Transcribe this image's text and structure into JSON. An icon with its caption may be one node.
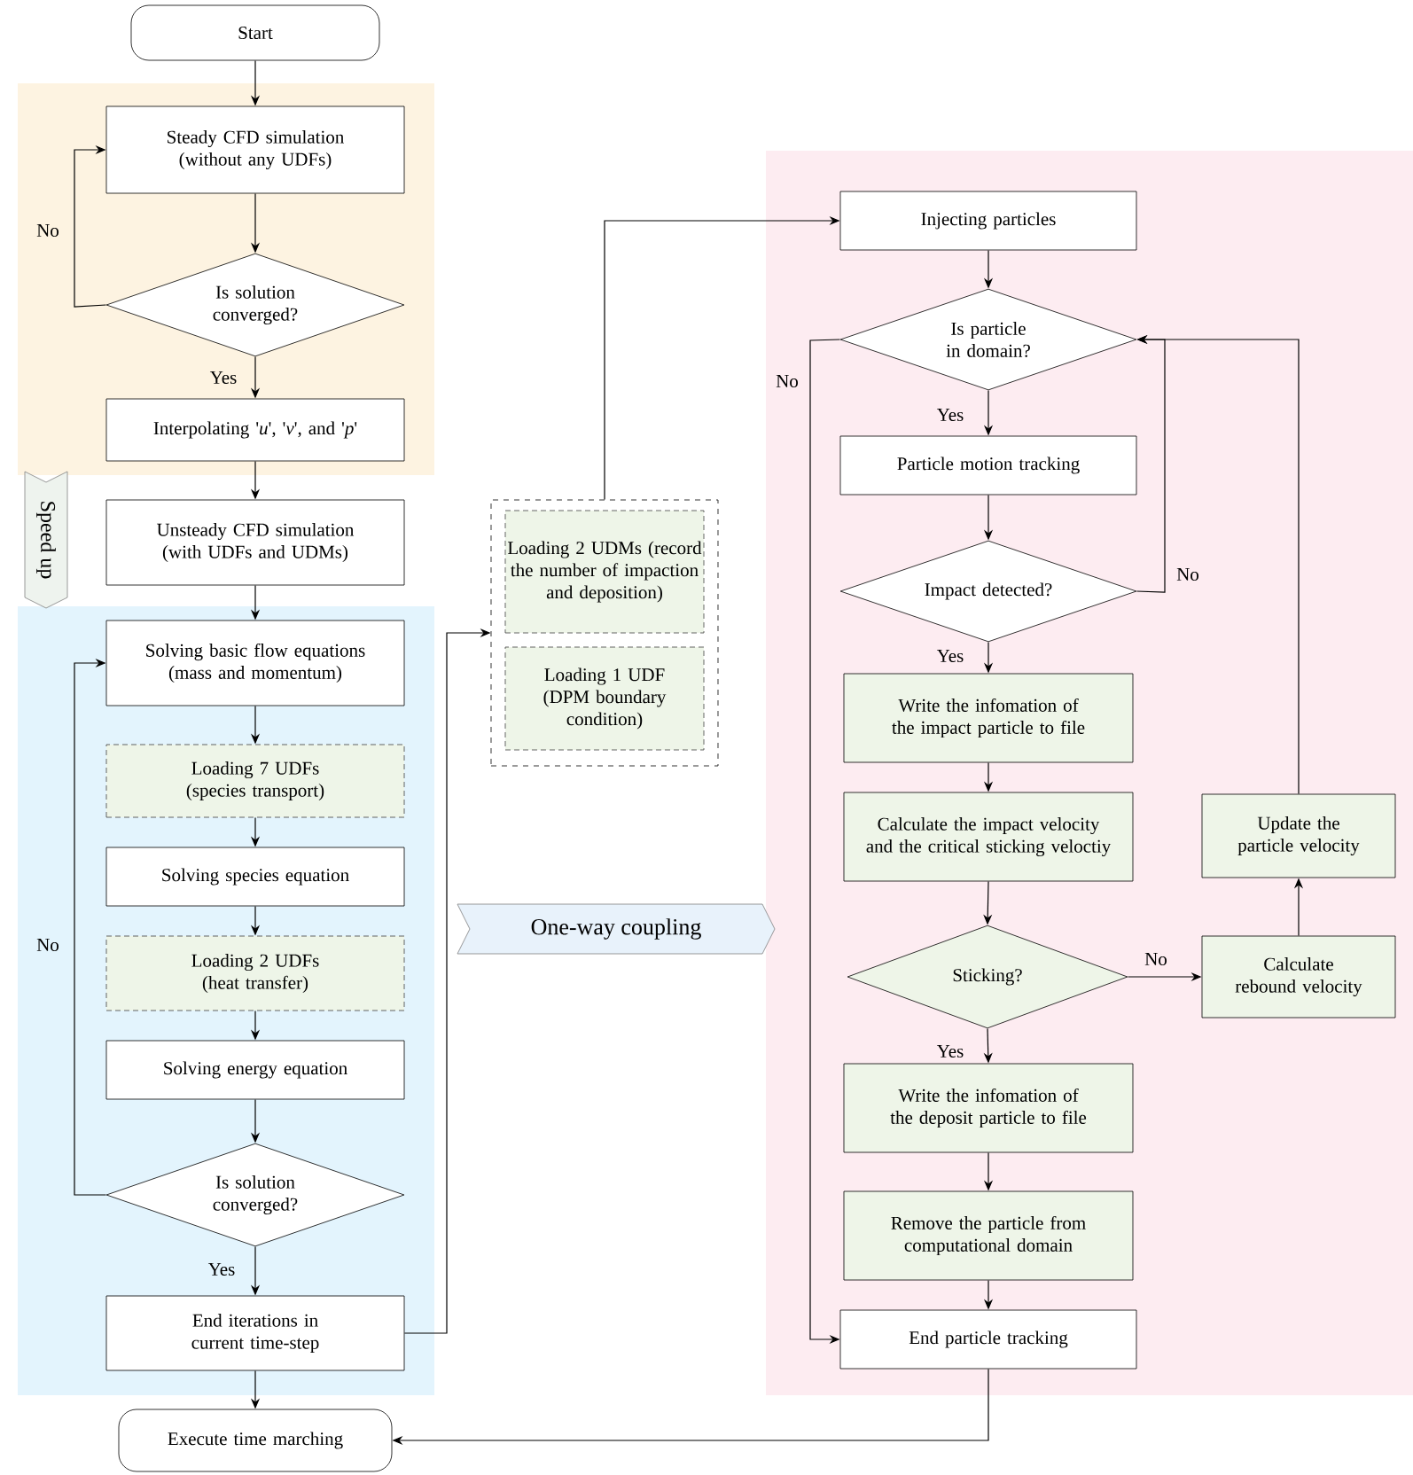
{
  "diagram": {
    "nodes": [
      {
        "text": [
          "Start"
        ]
      },
      {
        "text": [],
        "shape": "box"
      },
      {
        "text": [
          "Steady CFD simulation (without any UDFs)"
        ],
        "in": 1
      },
      {
        "text": [
          "Is solution converged?"
        ],
        "in": 1
      },
      {
        "text": [
          "Interpolating '*u*', '*v*', and '*p*'"
        ],
        "in": 1
      },
      {
        "text": [
          "Speed up"
        ]
      },
      {
        "text": [
          "Unsteady CFD simulation (with UDFs and UDMs)"
        ]
      },
      {
        "text": [],
        "shape": "box"
      },
      {
        "text": [
          "Solving basic flow equations (mass and momentum)"
        ],
        "in": 7
      },
      {
        "text": [
          "Loading 7 UDFs (species transport)"
        ],
        "in": 7
      },
      {
        "text": [
          "Solving species equation"
        ],
        "in": 7
      },
      {
        "text": [
          "Loading 2 UDFs (heat transfer)"
        ],
        "in": 7
      },
      {
        "text": [
          "Solving energy equation"
        ],
        "in": 7
      },
      {
        "text": [
          "Is solution converged?"
        ],
        "in": 7
      },
      {
        "text": [
          "End iterations in current time-step"
        ],
        "in": 7
      },
      {
        "text": [
          "Execute time marching"
        ]
      },
      {
        "text": [],
        "shape": "box"
      },
      {
        "text": [
          "Loading 2 UDMs (record the number of impaction and deposition)"
        ],
        "in": 16
      },
      {
        "text": [
          "Loading 1 UDF (DPM boundary condition)"
        ],
        "in": 16
      },
      {
        "text": [
          "One-way coupling"
        ]
      },
      {
        "text": [],
        "shape": "box"
      },
      {
        "text": [
          "Injecting particles"
        ],
        "in": 20
      },
      {
        "text": [
          "Is particle in domain?"
        ],
        "in": 20
      },
      {
        "text": [
          "Particle motion tracking"
        ],
        "in": 20
      },
      {
        "text": [
          "Impact detected?"
        ],
        "in": 20
      },
      {
        "text": [
          "Write the infomation of the impact particle to file"
        ],
        "in": 20
      },
      {
        "text": [
          "Calculate the impact velocity and the critical sticking veloctiy"
        ],
        "in": 20
      },
      {
        "text": [
          "Update the particle velocity"
        ],
        "in": 20
      },
      {
        "text": [
          "Sticking?"
        ],
        "in": 20
      },
      {
        "text": [
          "Calculate rebound velocity"
        ],
        "in": 20
      },
      {
        "text": [
          "Write the infomation of the deposit particle to file"
        ],
        "in": 20
      },
      {
        "text": [
          "Remove the particle from computational domain"
        ],
        "in": 20
      },
      {
        "text": [
          "End particle tracking"
        ],
        "in": 20
      }
    ],
    "edges": [
      {
        "from": 0,
        "to": 2,
        "arrow": "to"
      },
      {
        "from": 2,
        "to": 3,
        "arrow": "to"
      },
      {
        "from": 3,
        "to": 2,
        "arrow": "to",
        "label": "No"
      },
      {
        "from": 3,
        "to": 4,
        "arrow": "to",
        "label": "Yes"
      },
      {
        "from": 4,
        "to": 6,
        "arrow": "to"
      },
      {
        "from": 6,
        "to": 8,
        "arrow": "to"
      },
      {
        "from": 8,
        "to": 9,
        "arrow": "to"
      },
      {
        "from": 9,
        "to": 10,
        "arrow": "to"
      },
      {
        "from": 10,
        "to": 11,
        "arrow": "to"
      },
      {
        "from": 11,
        "to": 12,
        "arrow": "to"
      },
      {
        "from": 12,
        "to": 13,
        "arrow": "to"
      },
      {
        "from": 13,
        "to": 8,
        "arrow": "to",
        "label": "No"
      },
      {
        "from": 13,
        "to": 14,
        "arrow": "to",
        "label": "Yes"
      },
      {
        "from": 14,
        "to": 15,
        "arrow": "to"
      },
      {
        "from": 14,
        "to": 16,
        "arrow": "to"
      },
      {
        "from": 16,
        "to": 21,
        "arrow": "to"
      },
      {
        "from": 21,
        "to": 22,
        "arrow": "to"
      },
      {
        "from": 22,
        "to": 32,
        "arrow": "to",
        "label": "No"
      },
      {
        "from": 22,
        "to": 23,
        "arrow": "to",
        "label": "Yes"
      },
      {
        "from": 23,
        "to": 24,
        "arrow": "to"
      },
      {
        "from": 24,
        "to": 22,
        "arrow": "to",
        "label": "No"
      },
      {
        "from": 24,
        "to": 25,
        "arrow": "to",
        "label": "Yes"
      },
      {
        "from": 25,
        "to": 26,
        "arrow": "to"
      },
      {
        "from": 26,
        "to": 28,
        "arrow": "to"
      },
      {
        "from": 28,
        "to": 29,
        "arrow": "to",
        "label": "No"
      },
      {
        "from": 29,
        "to": 27,
        "arrow": "to"
      },
      {
        "from": 27,
        "to": 22,
        "arrow": "to"
      },
      {
        "from": 28,
        "to": 30,
        "arrow": "to",
        "label": "Yes"
      },
      {
        "from": 30,
        "to": 31,
        "arrow": "to"
      },
      {
        "from": 31,
        "to": 32,
        "arrow": "to"
      },
      {
        "from": 32,
        "to": 15,
        "arrow": "to"
      }
    ]
  }
}
